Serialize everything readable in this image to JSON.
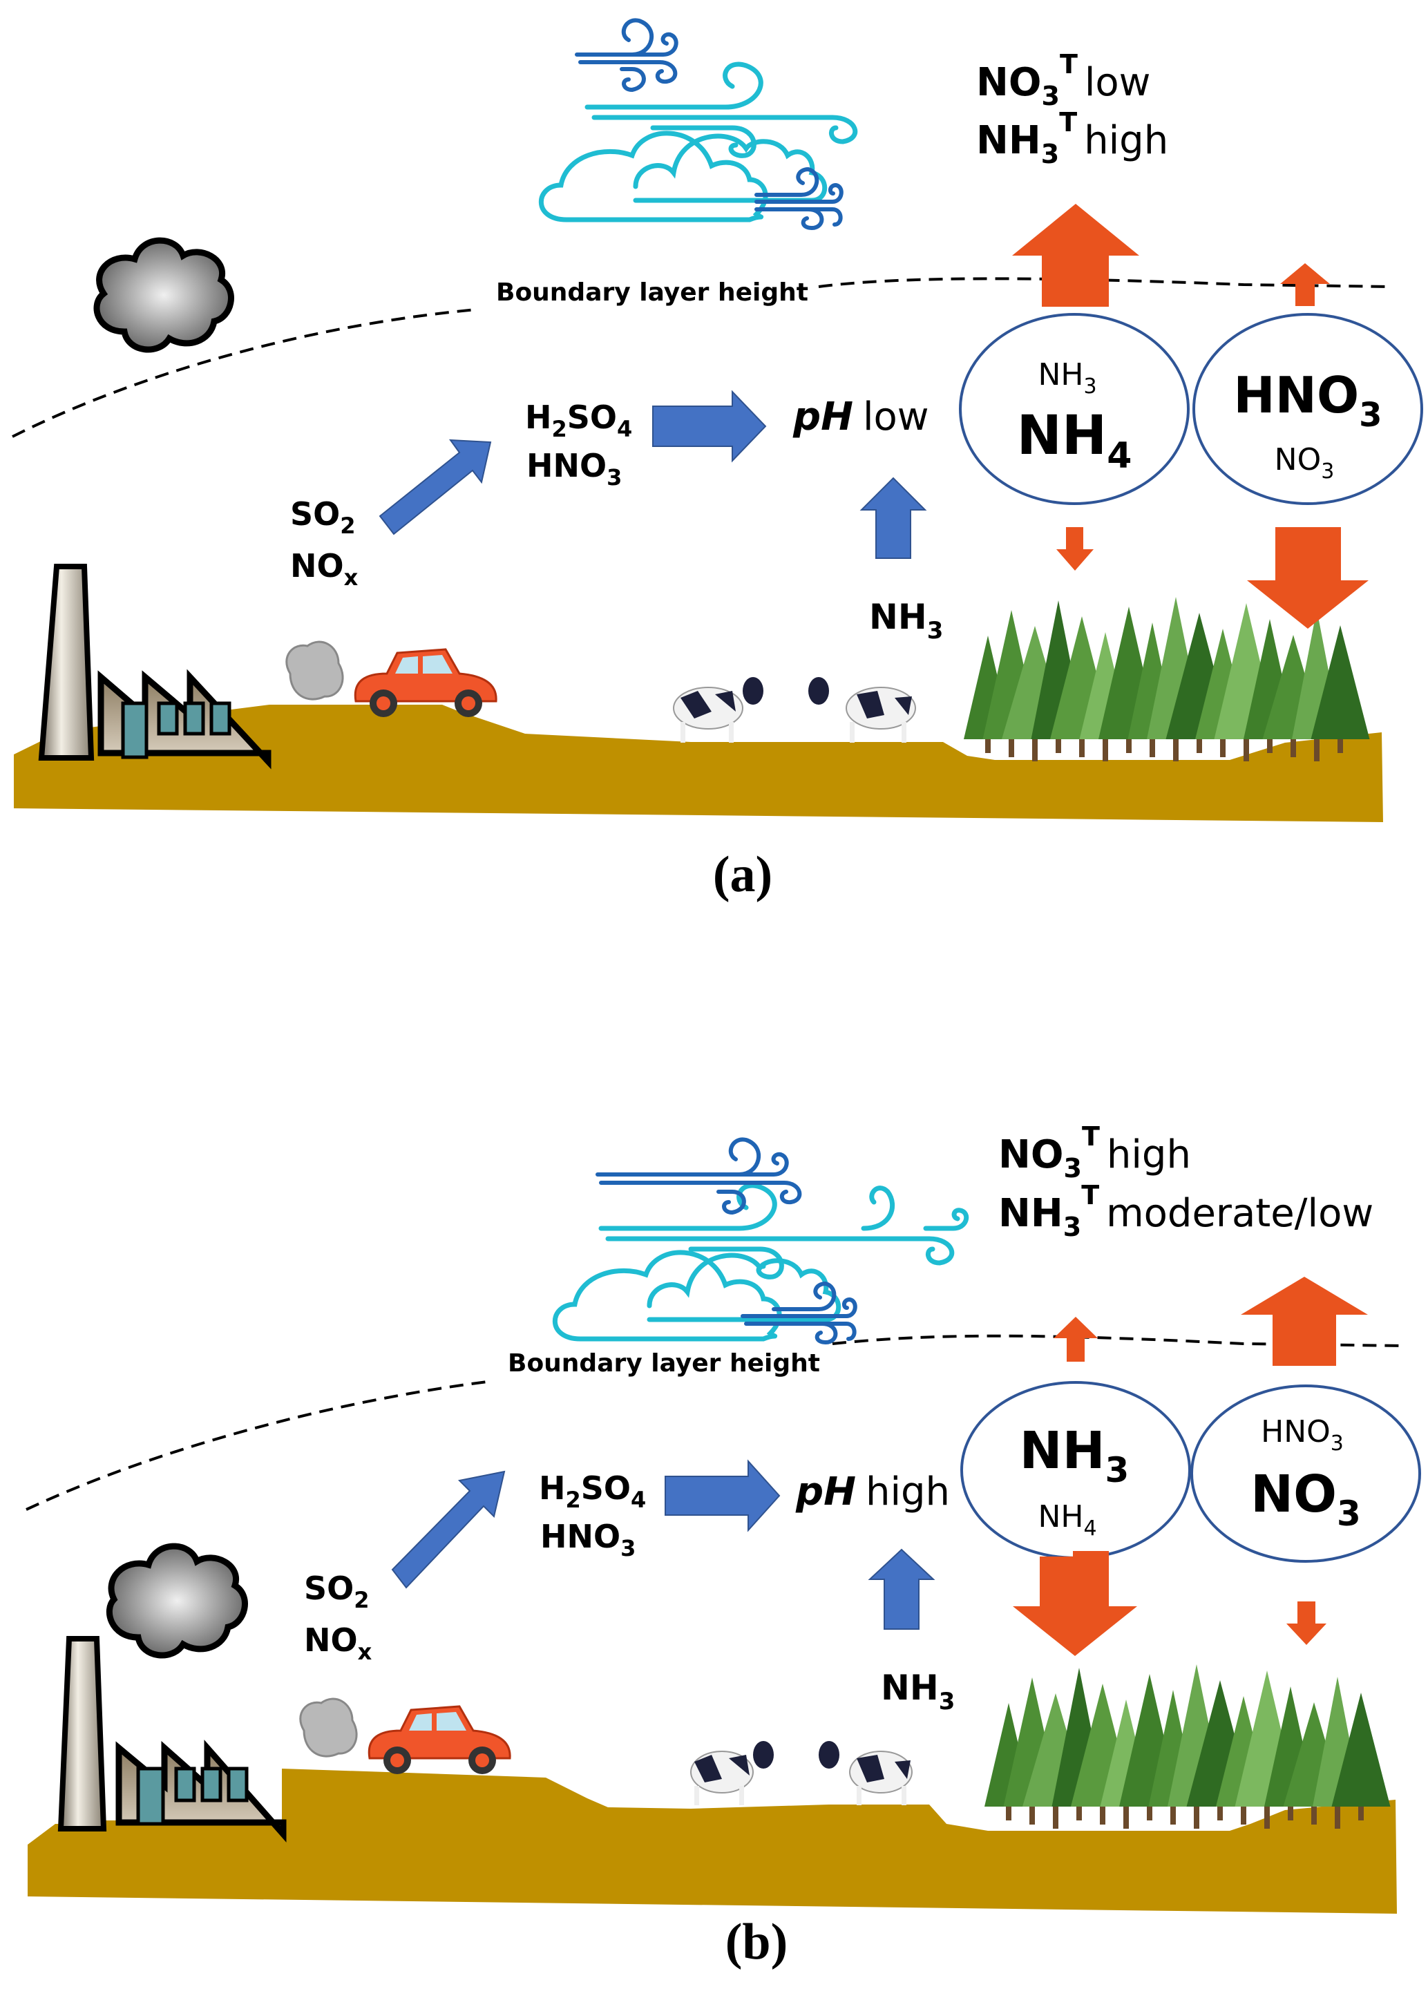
{
  "colors": {
    "ground": "#bf9000",
    "blue_arrow": "#4472c4",
    "orange_arrow": "#e9531e",
    "circle_stroke": "#2f5597",
    "wind_dark": "#1f64b4",
    "wind_light": "#1fbcd2",
    "car": "#f0552a",
    "factory_wall": "#b5a68a",
    "factory_window": "#5b9aa0",
    "tree_dark": "#3f7f2a",
    "tree_light": "#6aa84f"
  },
  "panels": [
    {
      "id": "a",
      "caption": "(a)",
      "boundary_label": "Boundary layer height",
      "emissions": {
        "line1": "SO",
        "line1_sub": "2",
        "line2": "NO",
        "line2_sub": "x"
      },
      "acids": {
        "line1_a": "H",
        "line1_sub1": "2",
        "line1_b": "SO",
        "line1_sub2": "4",
        "line2": "HNO",
        "line2_sub": "3"
      },
      "ph": {
        "prefix": "pH",
        "level": "low"
      },
      "ammonia_source": {
        "text": "NH",
        "sub": "3"
      },
      "conditions": [
        {
          "species": "NO",
          "sub": "3",
          "sup": "T",
          "level": "low"
        },
        {
          "species": "NH",
          "sub": "3",
          "sup": "T",
          "level": "high"
        }
      ],
      "circles": [
        {
          "name": "ammonium-circle",
          "minor": "NH",
          "minor_sub": "3",
          "major": "NH",
          "major_sub": "4",
          "major_first": false
        },
        {
          "name": "nitrate-circle",
          "major": "HNO",
          "major_sub": "3",
          "minor": "NO",
          "minor_sub": "3",
          "major_first": true
        }
      ],
      "fluxes": {
        "ammonium_up": "large",
        "ammonium_down": "small",
        "nitrate_up": "small",
        "nitrate_down": "large"
      }
    },
    {
      "id": "b",
      "caption": "(b)",
      "boundary_label": "Boundary layer height",
      "emissions": {
        "line1": "SO",
        "line1_sub": "2",
        "line2": "NO",
        "line2_sub": "x"
      },
      "acids": {
        "line1_a": "H",
        "line1_sub1": "2",
        "line1_b": "SO",
        "line1_sub2": "4",
        "line2": "HNO",
        "line2_sub": "3"
      },
      "ph": {
        "prefix": "pH",
        "level": "high"
      },
      "ammonia_source": {
        "text": "NH",
        "sub": "3"
      },
      "conditions": [
        {
          "species": "NO",
          "sub": "3",
          "sup": "T",
          "level": "high"
        },
        {
          "species": "NH",
          "sub": "3",
          "sup": "T",
          "level": "moderate/low"
        }
      ],
      "circles": [
        {
          "name": "ammonia-circle",
          "major": "NH",
          "major_sub": "3",
          "minor": "NH",
          "minor_sub": "4",
          "major_first": true
        },
        {
          "name": "nitric-circle",
          "minor": "HNO",
          "minor_sub": "3",
          "major": "NO",
          "major_sub": "3",
          "major_first": false
        }
      ],
      "fluxes": {
        "ammonium_up": "small",
        "ammonium_down": "large",
        "nitrate_up": "large",
        "nitrate_down": "small"
      }
    }
  ]
}
